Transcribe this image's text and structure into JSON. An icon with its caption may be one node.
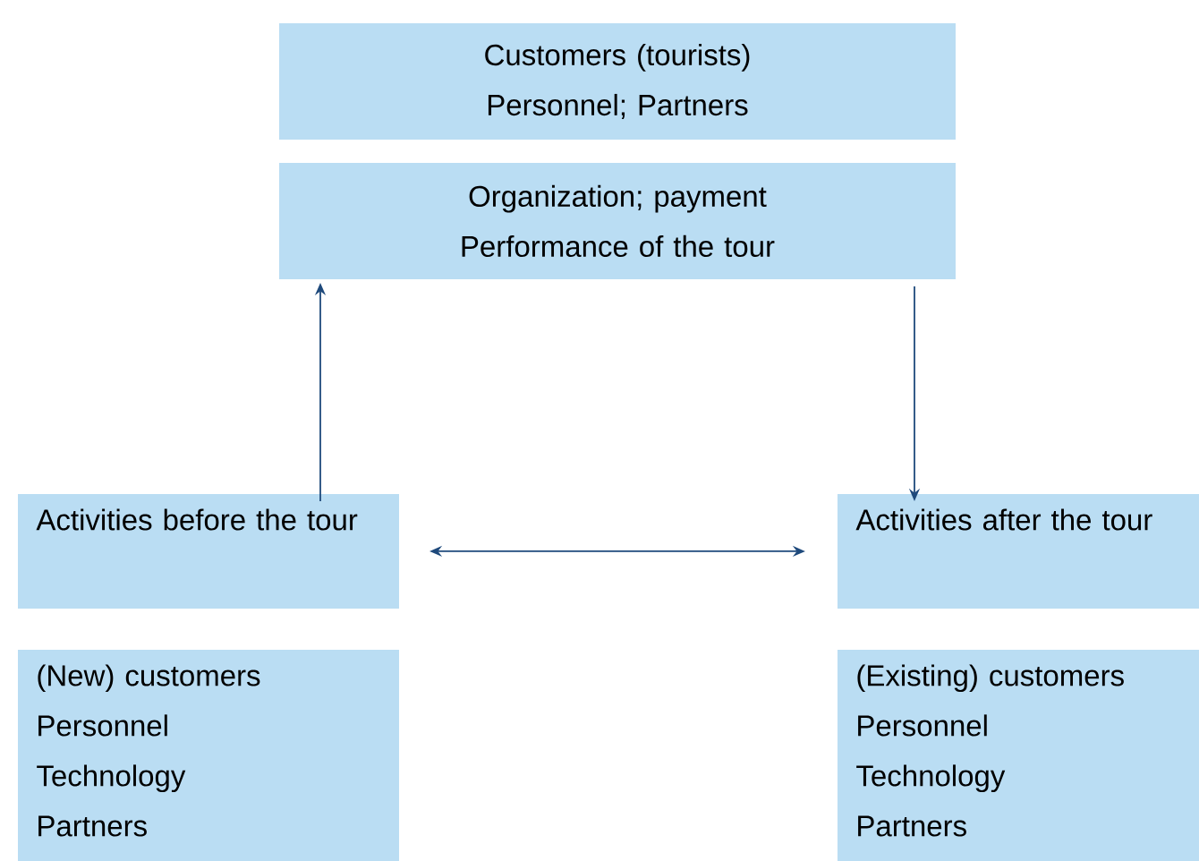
{
  "diagram": {
    "nodes": [
      {
        "text": [
          "Customers (tourists)",
          "Personnel; Partners"
        ]
      },
      {
        "text": [
          "Organization; payment",
          "Performance of the tour"
        ]
      },
      {
        "text": [
          "Activities before the tour"
        ]
      },
      {
        "text": [
          "Activities after the tour"
        ]
      },
      {
        "text": [
          "(New) customers",
          "Personnel",
          "Technology",
          "Partners"
        ]
      },
      {
        "text": [
          "(Existing) customers",
          "Personnel",
          "Technology",
          "Partners"
        ]
      }
    ],
    "edges": [
      {
        "from": 2,
        "to": 1,
        "arrow": "to"
      },
      {
        "from": 1,
        "to": 3,
        "arrow": "to"
      },
      {
        "from": 2,
        "to": 3,
        "arrow": "both"
      }
    ]
  }
}
